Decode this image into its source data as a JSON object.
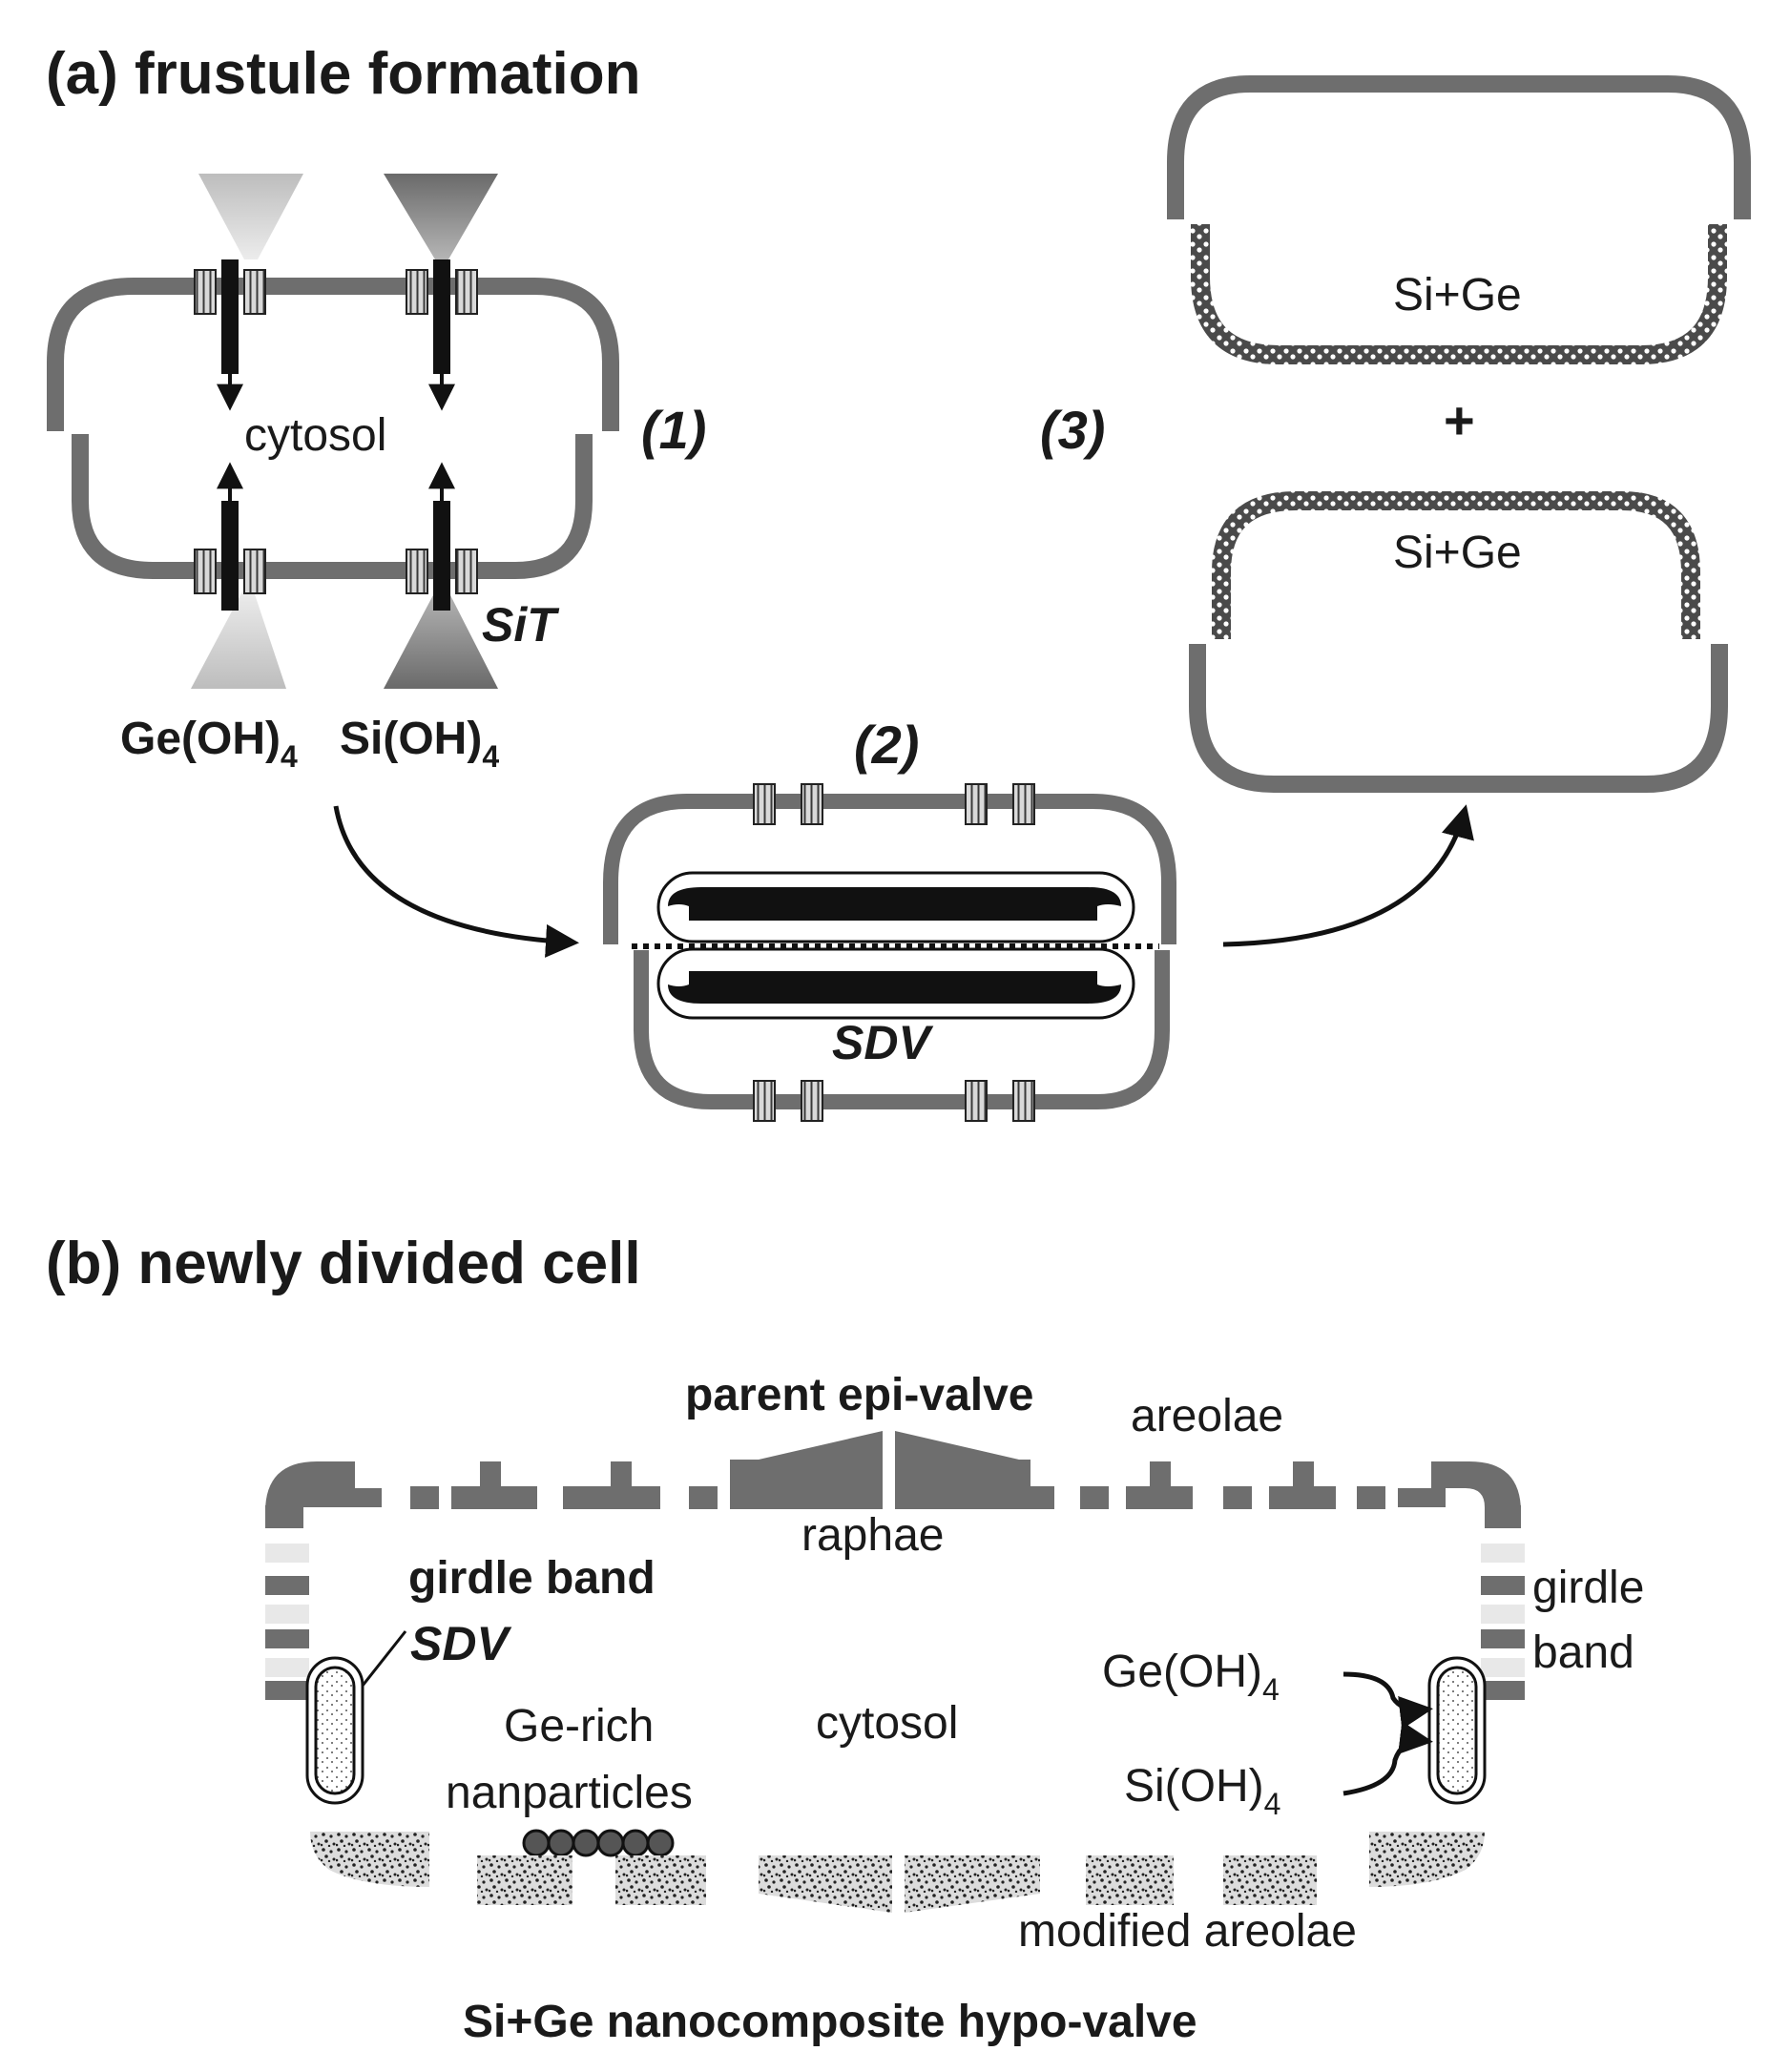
{
  "panel_a": {
    "title": "(a) frustule formation",
    "step_1": "(1)",
    "step_2": "(2)",
    "step_3": "(3)",
    "cytosol": "cytosol",
    "sit": "SiT",
    "ge_oh4": "Ge(OH)",
    "si_oh4": "Si(OH)",
    "subscript": "4",
    "sdv": "SDV",
    "si_ge_top": "Si+Ge",
    "plus": "+",
    "si_ge_bottom": "Si+Ge"
  },
  "panel_b": {
    "title": "(b) newly divided cell",
    "parent_epi_valve": "parent epi-valve",
    "areolae": "areolae",
    "raphae": "raphae",
    "girdle_band_left": "girdle band",
    "sdv": "SDV",
    "girdle_right_1": "girdle",
    "girdle_right_2": "band",
    "ge_oh4": "Ge(OH)",
    "si_oh4": "Si(OH)",
    "subscript": "4",
    "ge_rich_1": "Ge-rich",
    "ge_rich_2": "nanparticles",
    "cytosol": "cytosol",
    "modified_areolae": "modified areolae",
    "hypo_valve": "Si+Ge nanocomposite hypo-valve"
  },
  "colors": {
    "wall": "#6e6e6e",
    "light_cone": "#bdbdbd",
    "dark_cone": "#6a6a6a",
    "band_light": "#e8e8e8",
    "ink": "#111111"
  }
}
